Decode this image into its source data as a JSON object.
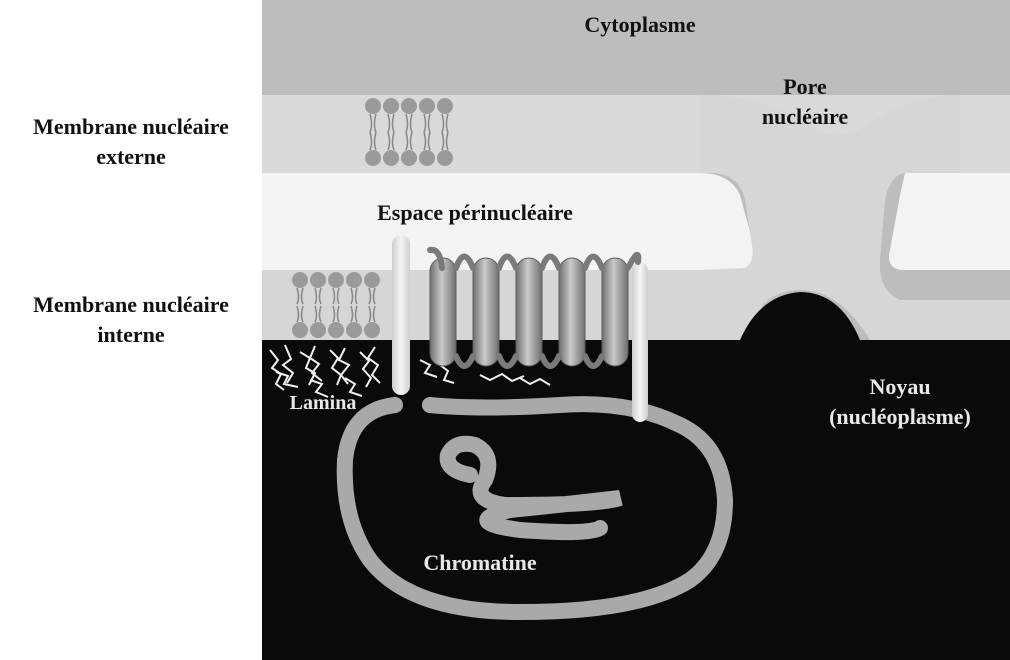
{
  "labels": {
    "cytoplasm": "Cytoplasme",
    "pore_line1": "Pore",
    "pore_line2": "nucléaire",
    "outer_membrane_line1": "Membrane nucléaire",
    "outer_membrane_line2": "externe",
    "perinuclear_space": "Espace périnucléaire",
    "inner_membrane_line1": "Membrane nucléaire",
    "inner_membrane_line2": "interne",
    "lamina": "Lamina",
    "nucleus_line1": "Noyau",
    "nucleus_line2": "(nucléoplasme)",
    "chromatin": "Chromatine"
  },
  "colors": {
    "cytoplasm_bg": "#bdbdbd",
    "membrane": "#d8d8d8",
    "perinuclear_space": "#f4f4f4",
    "nucleoplasm": "#0a0a0a",
    "chromatin": "#a9a9a9",
    "lipid_head": "#9a9a9a",
    "protein": "#8c8c8c"
  }
}
